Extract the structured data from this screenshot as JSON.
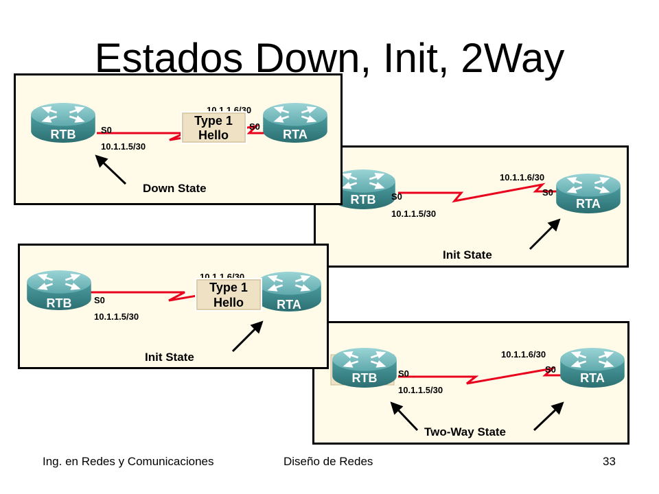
{
  "title": "Estados Down, Init, 2Way",
  "panels": [
    {
      "state": "Down State",
      "rtb": "RTB",
      "rta": "RTA",
      "rtb_iface": "S0",
      "rta_iface": "S0",
      "rtb_ip": "10.1.1.5/30",
      "rta_ip": "10.1.1.6/30",
      "hello_line1": "Type 1",
      "hello_line2": "Hello"
    },
    {
      "state": "Init State",
      "rtb": "RTB",
      "rta": "RTA",
      "rtb_iface": "S0",
      "rta_iface": "S0",
      "rtb_ip": "10.1.1.5/30",
      "rta_ip": "10.1.1.6/30"
    },
    {
      "state": "Init State",
      "rtb": "RTB",
      "rta": "RTA",
      "rtb_iface": "S0",
      "rtb_ip": "10.1.1.5/30",
      "rta_ip": "10.1.1.6/30",
      "hello_line1": "Type 1",
      "hello_line2": "Hello"
    },
    {
      "state": "Two-Way State",
      "rtb": "RTB",
      "rta": "RTA",
      "rtb_iface": "S0",
      "rta_iface": "S0",
      "rtb_ip": "10.1.1.5/30",
      "rta_ip": "10.1.1.6/30"
    }
  ],
  "footer": {
    "left": "Ing. en Redes y Comunicaciones",
    "center": "Diseño de Redes",
    "page": "33"
  },
  "colors": {
    "panel_bg": "#fffbe8",
    "link_red": "#e8001c",
    "router_body": "#3f8f92",
    "router_top": "#7cc4c6",
    "hello_box": "#efe2c4"
  }
}
